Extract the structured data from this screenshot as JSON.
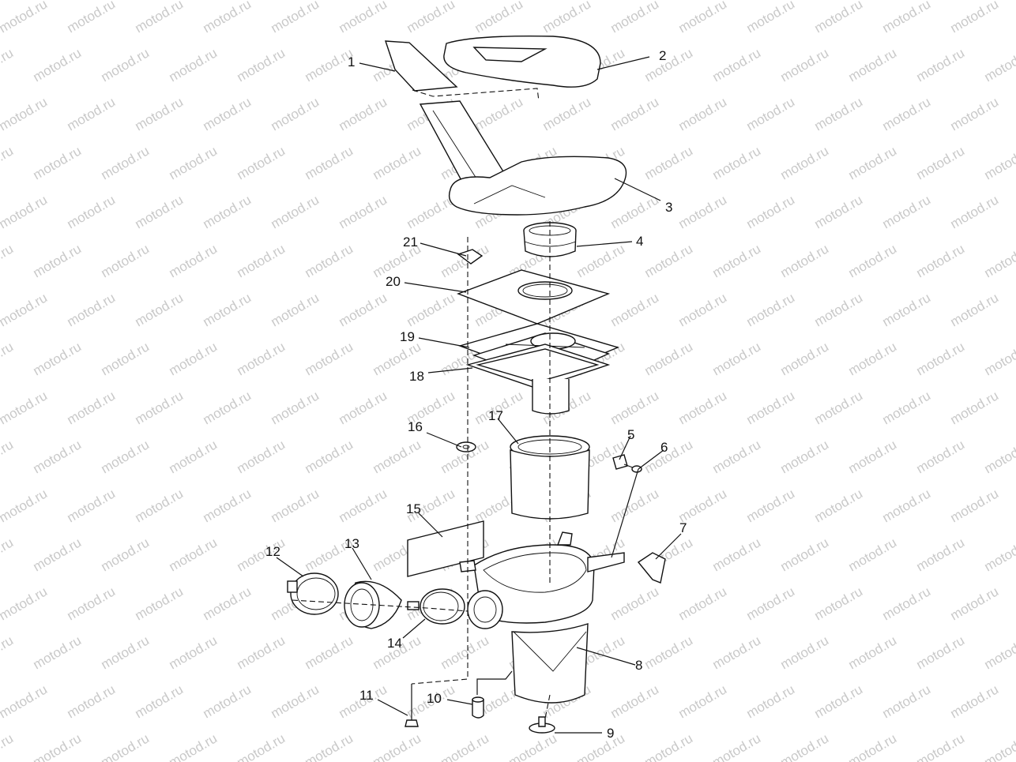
{
  "watermark": {
    "text": "motod.ru"
  },
  "callouts": [
    "1",
    "2",
    "3",
    "4",
    "5",
    "6",
    "7",
    "8",
    "9",
    "10",
    "11",
    "12",
    "13",
    "14",
    "15",
    "16",
    "17",
    "18",
    "19",
    "20",
    "21"
  ],
  "colors": {
    "ink": "#111111",
    "watermark": "#c9c9c9",
    "shading": "#e6e6e6",
    "background": "#ffffff"
  }
}
